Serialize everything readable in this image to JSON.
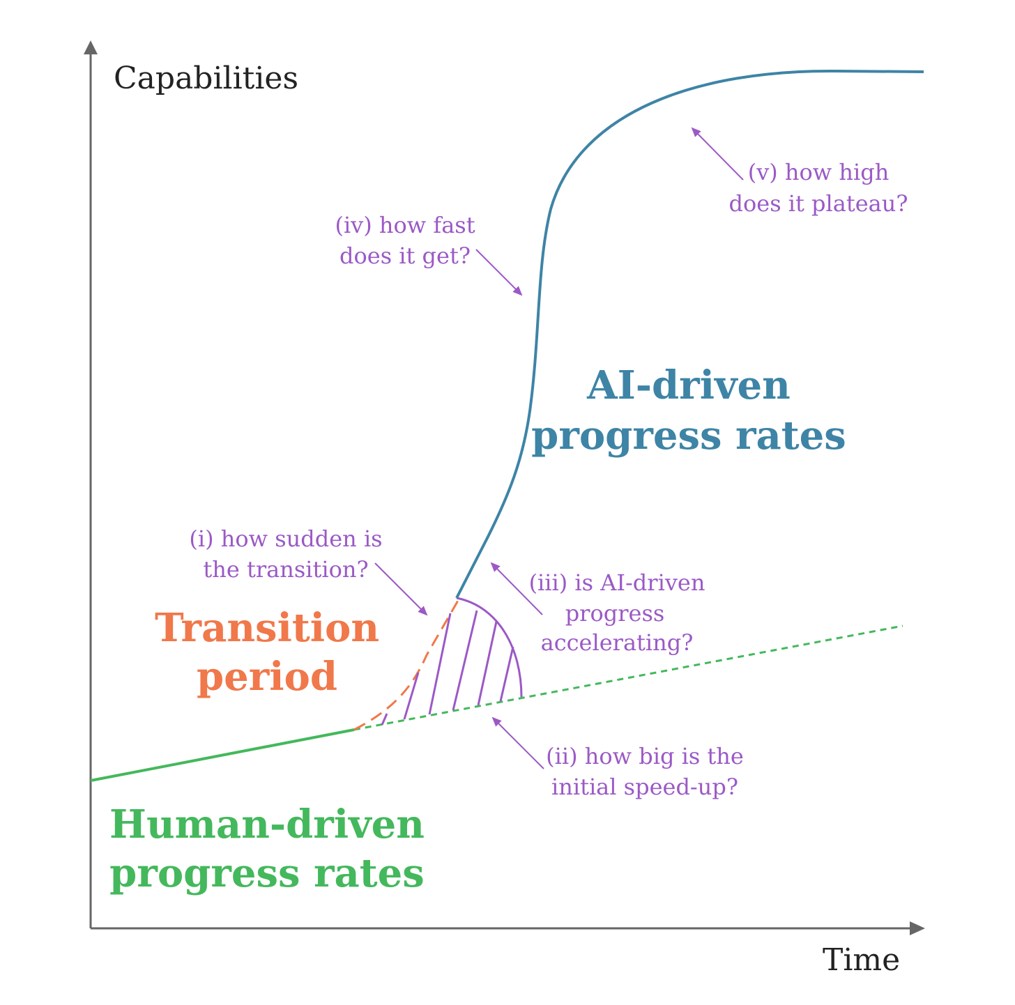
{
  "axes": {
    "y_label": "Capabilities",
    "x_label": "Time"
  },
  "regions": {
    "ai": {
      "line1": "AI-driven",
      "line2": "progress rates"
    },
    "transition": {
      "line1": "Transition",
      "line2": "period"
    },
    "human": {
      "line1": "Human-driven",
      "line2": "progress rates"
    }
  },
  "questions": {
    "q1": {
      "line1": "(i) how sudden is",
      "line2": "the transition?"
    },
    "q2": {
      "line1": "(ii) how big is the",
      "line2": "initial speed-up?"
    },
    "q3": {
      "line1": "(iii) is AI-driven",
      "line2": "progress",
      "line3": "accelerating?"
    },
    "q4": {
      "line1": "(iv) how fast",
      "line2": "does it get?"
    },
    "q5": {
      "line1": "(v) how high",
      "line2": "does it plateau?"
    }
  },
  "colors": {
    "axis": "#666666",
    "ai": "#3e84a6",
    "transition": "#f0784a",
    "human": "#44b85c",
    "question": "#9b59c6"
  }
}
